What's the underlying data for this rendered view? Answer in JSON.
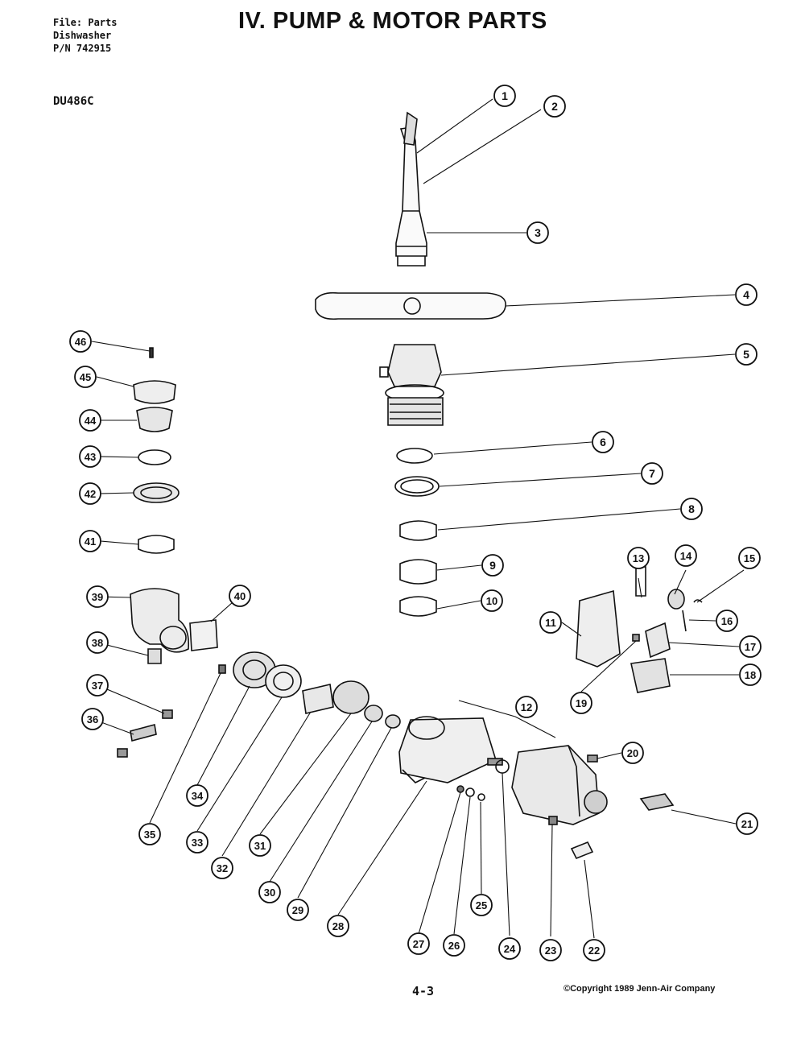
{
  "header": {
    "file_lines": [
      "File: Parts",
      "Dishwasher",
      "P/N 742915"
    ],
    "model": "DU486C",
    "title": "IV. PUMP & MOTOR PARTS"
  },
  "footer": {
    "page_number": "4-3",
    "copyright": "©Copyright 1989 Jenn-Air Company"
  },
  "callouts": [
    "1",
    "2",
    "3",
    "4",
    "5",
    "6",
    "7",
    "8",
    "9",
    "10",
    "11",
    "12",
    "13",
    "14",
    "15",
    "16",
    "17",
    "18",
    "19",
    "20",
    "21",
    "22",
    "23",
    "24",
    "25",
    "26",
    "27",
    "28",
    "29",
    "30",
    "31",
    "32",
    "33",
    "34",
    "35",
    "36",
    "37",
    "38",
    "39",
    "40",
    "41",
    "42",
    "43",
    "44",
    "45",
    "46"
  ]
}
